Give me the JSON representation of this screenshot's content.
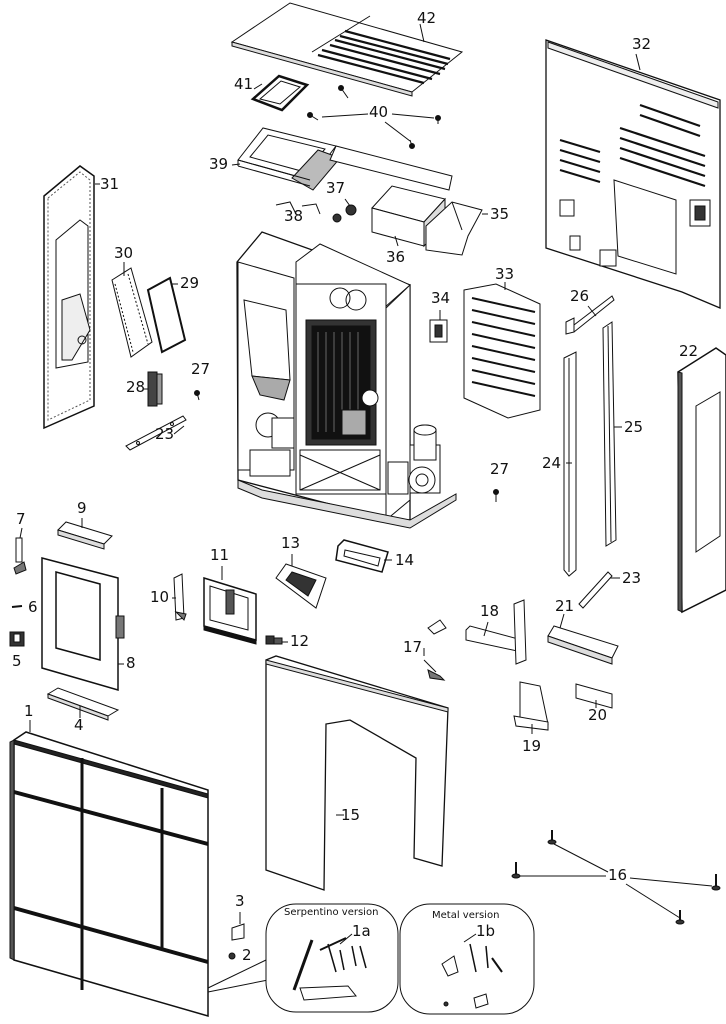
{
  "parts": [
    {
      "id": "p1",
      "label": "1"
    },
    {
      "id": "p1a",
      "label": "1a"
    },
    {
      "id": "p1b",
      "label": "1b"
    },
    {
      "id": "p2",
      "label": "2"
    },
    {
      "id": "p3",
      "label": "3"
    },
    {
      "id": "p4",
      "label": "4"
    },
    {
      "id": "p5",
      "label": "5"
    },
    {
      "id": "p6",
      "label": "6"
    },
    {
      "id": "p7",
      "label": "7"
    },
    {
      "id": "p8",
      "label": "8"
    },
    {
      "id": "p9",
      "label": "9"
    },
    {
      "id": "p10",
      "label": "10"
    },
    {
      "id": "p11",
      "label": "11"
    },
    {
      "id": "p12",
      "label": "12"
    },
    {
      "id": "p13",
      "label": "13"
    },
    {
      "id": "p14",
      "label": "14"
    },
    {
      "id": "p15",
      "label": "15"
    },
    {
      "id": "p16",
      "label": "16"
    },
    {
      "id": "p17",
      "label": "17"
    },
    {
      "id": "p18",
      "label": "18"
    },
    {
      "id": "p19",
      "label": "19"
    },
    {
      "id": "p20",
      "label": "20"
    },
    {
      "id": "p21",
      "label": "21"
    },
    {
      "id": "p22",
      "label": "22"
    },
    {
      "id": "p23a",
      "label": "23"
    },
    {
      "id": "p23b",
      "label": "23"
    },
    {
      "id": "p24",
      "label": "24"
    },
    {
      "id": "p25",
      "label": "25"
    },
    {
      "id": "p26",
      "label": "26"
    },
    {
      "id": "p27a",
      "label": "27"
    },
    {
      "id": "p27b",
      "label": "27"
    },
    {
      "id": "p28",
      "label": "28"
    },
    {
      "id": "p29",
      "label": "29"
    },
    {
      "id": "p30",
      "label": "30"
    },
    {
      "id": "p31",
      "label": "31"
    },
    {
      "id": "p32",
      "label": "32"
    },
    {
      "id": "p33",
      "label": "33"
    },
    {
      "id": "p34",
      "label": "34"
    },
    {
      "id": "p35",
      "label": "35"
    },
    {
      "id": "p36",
      "label": "36"
    },
    {
      "id": "p37",
      "label": "37"
    },
    {
      "id": "p38",
      "label": "38"
    },
    {
      "id": "p39",
      "label": "39"
    },
    {
      "id": "p40",
      "label": "40"
    },
    {
      "id": "p41",
      "label": "41"
    },
    {
      "id": "p42",
      "label": "42"
    }
  ],
  "captions": {
    "serpentino": "Serpentino version",
    "metal": "Metal version"
  },
  "colors": {
    "line": "#111111",
    "fill": "#ffffff",
    "dark": "#222222",
    "mid": "#888888"
  }
}
